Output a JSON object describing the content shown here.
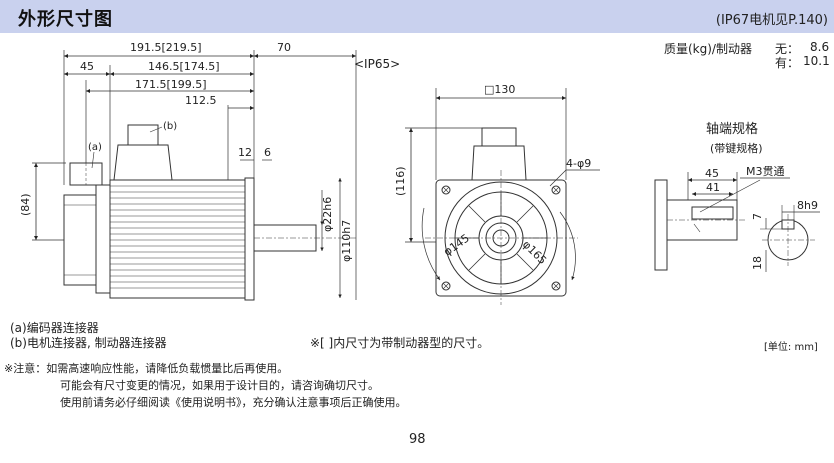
{
  "header": {
    "title": "外形尺寸图",
    "note": "(IP67电机见P.140)"
  },
  "side_view": {
    "dims": {
      "d1": "191.5[219.5]",
      "d2": "70",
      "d3": "45",
      "d4": "146.5[174.5]",
      "d5": "171.5[199.5]",
      "d6": "112.5",
      "d7": "12",
      "d8": "6",
      "d9": "(84)",
      "d10": "φ22h6",
      "d11": "φ110h7"
    },
    "label_a": "(a)",
    "label_b": "(b)"
  },
  "ip_label": "<IP65>",
  "front_view": {
    "dims": {
      "square": "□130",
      "height": "(116)",
      "holes": "4-φ9",
      "pcd1": "φ145",
      "pcd2": "φ165"
    }
  },
  "mass": {
    "label": "质量(kg)/制动器",
    "no_label": "无：",
    "no_value": "8.6",
    "yes_label": "有：",
    "yes_value": "10.1"
  },
  "shaft": {
    "title": "轴端规格",
    "subtitle": "(带键规格)",
    "d1": "45",
    "d2": "41",
    "d3": "M3贯通",
    "d4": "7",
    "d5": "8h9",
    "d6": "18"
  },
  "legend": {
    "a": "(a)编码器连接器",
    "b": "(b)电机连接器, 制动器连接器"
  },
  "bracket_note": "※[ ]内尺寸为带制动器型的尺寸。",
  "unit": "[单位: mm]",
  "notes": {
    "line1": "※注意：如需高速响应性能，请降低负载惯量比后再使用。",
    "line2": "可能会有尺寸变更的情况，如果用于设计目的，请咨询确切尺寸。",
    "line3": "使用前请务必仔细阅读《使用说明书》，充分确认注意事项后正确使用。"
  },
  "page_number": "98"
}
